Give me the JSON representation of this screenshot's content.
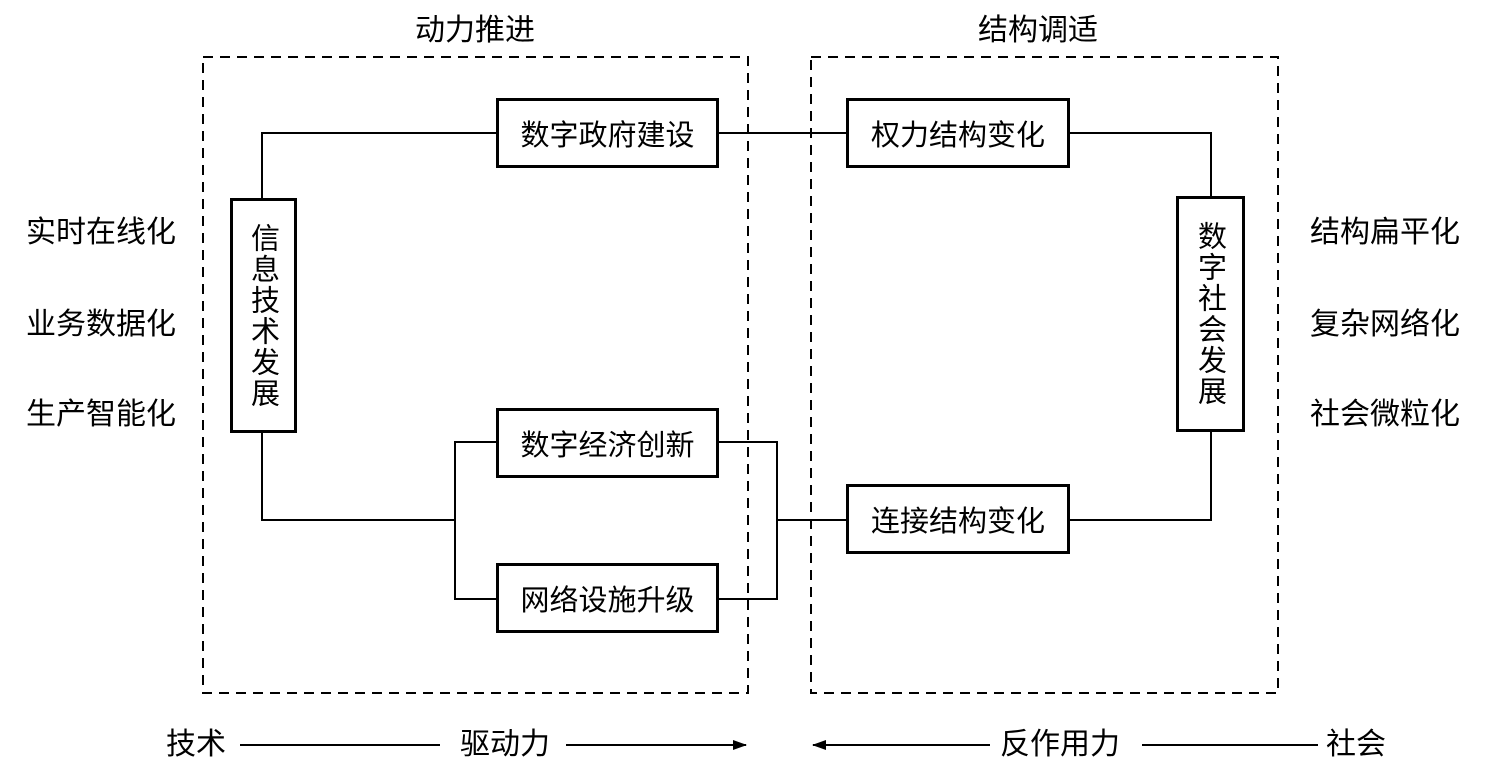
{
  "titles": {
    "left": "动力推进",
    "right": "结构调适"
  },
  "left_column": [
    "实时在线化",
    "业务数据化",
    "生产智能化"
  ],
  "right_column": [
    "结构扁平化",
    "复杂网络化",
    "社会微粒化"
  ],
  "boxes": {
    "info_tech": "信息技术发展",
    "digital_gov": "数字政府建设",
    "digital_econ": "数字经济创新",
    "network_infra": "网络设施升级",
    "power_structure": "权力结构变化",
    "connect_structure": "连接结构变化",
    "digital_society": "数字社会发展"
  },
  "bottom": {
    "tech": "技术",
    "driving_force": "驱动力",
    "reaction_force": "反作用力",
    "society": "社会"
  }
}
